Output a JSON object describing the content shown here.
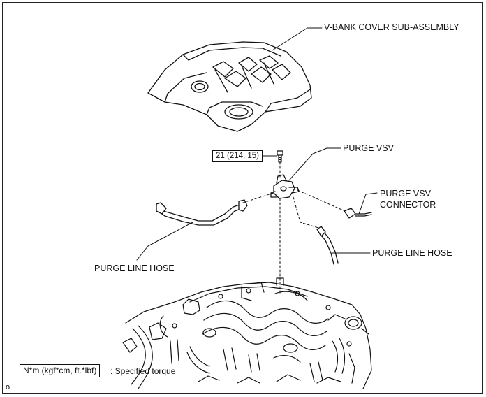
{
  "labels": {
    "vbank_cover": "V-BANK COVER SUB-ASSEMBLY",
    "purge_vsv": "PURGE VSV",
    "purge_vsv_connector_line1": "PURGE VSV",
    "purge_vsv_connector_line2": "CONNECTOR",
    "purge_line_hose_left": "PURGE LINE HOSE",
    "purge_line_hose_right": "PURGE LINE HOSE"
  },
  "torque": {
    "value": "21 (214, 15)"
  },
  "legend": {
    "unit_box": "N*m (kgf*cm, ft.*lbf)",
    "description": ": Specified torque"
  },
  "figure_code": "o"
}
